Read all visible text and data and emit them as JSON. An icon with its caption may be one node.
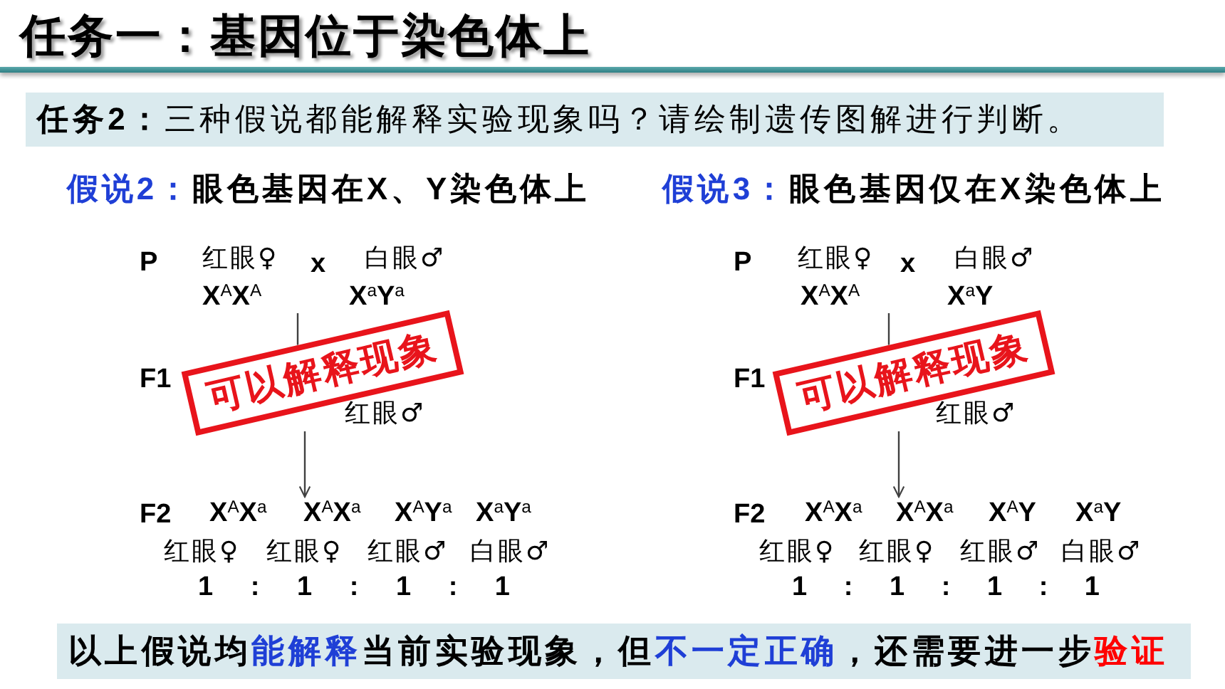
{
  "diagram": {
    "title": "任务一：基因位于染色体上",
    "nodes": [
      {
        "text": [
          "**任务2：**三种假说都能解释实验现象吗？请绘制遗传图解进行判断。"
        ]
      },
      {
        "text": [
          "P",
          "红眼♀",
          "x",
          "白眼♂",
          "X$^{A}$X$^{A}$",
          "X$^{a}$Y$^{a}$"
        ]
      },
      {
        "text": [
          "F1",
          "红眼♂"
        ]
      },
      {
        "text": [
          "可以解释现象"
        ]
      },
      {
        "text": [
          "F2",
          "X$^{A}$X$^{a}$",
          "X$^{A}$X$^{a}$",
          "X$^{A}$Y$^{a}$",
          "X$^{a}$Y$^{a}$",
          "红眼♀",
          "红眼♀",
          "红眼♂",
          "白眼♂",
          "1 : 1 : 1 : 1"
        ]
      },
      {
        "text": [
          "P",
          "红眼♀",
          "x",
          "白眼♂",
          "X$^{A}$X$^{A}$",
          "X$^{a}$Y"
        ]
      },
      {
        "text": [
          "F1",
          "红眼♂"
        ]
      },
      {
        "text": [
          "可以解释现象"
        ]
      },
      {
        "text": [
          "F2",
          "X$^{A}$X$^{a}$",
          "X$^{A}$X$^{a}$",
          "X$^{A}$Y",
          "X$^{a}$Y",
          "红眼♀",
          "红眼♀",
          "红眼♂",
          "白眼♂",
          "1 : 1 : 1 : 1"
        ]
      },
      {
        "text": [
          "以上假说均**能解释**当前实验现象，但**不一定正确**，还需要进一步**验证**"
        ]
      }
    ],
    "edges": [
      {
        "from": 1,
        "to": 3,
        "arrow": "none"
      },
      {
        "from": 2,
        "to": 4,
        "arrow": "to"
      },
      {
        "from": 5,
        "to": 7,
        "arrow": "none"
      },
      {
        "from": 6,
        "to": 8,
        "arrow": "to"
      }
    ],
    "labels": [
      "**假说2：**眼色基因在X、Y染色体上",
      "**假说3：**眼色基因仅在X染色体上"
    ]
  }
}
